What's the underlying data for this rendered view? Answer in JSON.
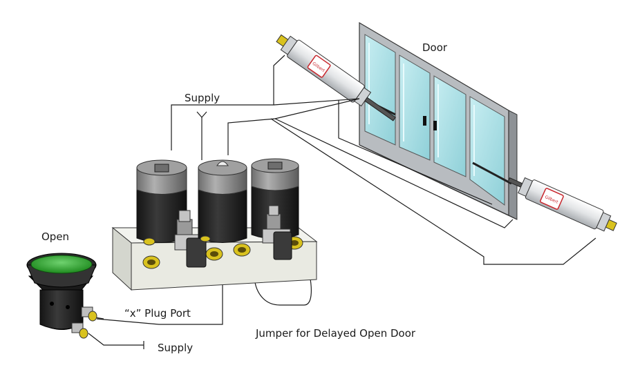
{
  "labels": {
    "door": "Door",
    "supply_top": "Supply",
    "open": "Open",
    "plug_port": "“x” Plug Port",
    "jumper": "Jumper for Delayed Open Door",
    "supply_bottom": "Supply"
  },
  "cylinder_brand": "Gilbert",
  "colors": {
    "line": "#1a1a1a",
    "manifold": "#e9eae2",
    "cylinder_body": "#e4e6e8",
    "valve_body": "#2a2a2a",
    "valve_cap": "#8c8c8c",
    "fitting": "#d9c21e",
    "door_frame": "#b8bcc0",
    "door_glass": "#aee0e6",
    "open_indicator": "#2aa52a",
    "brand_label": "#c8242a"
  }
}
